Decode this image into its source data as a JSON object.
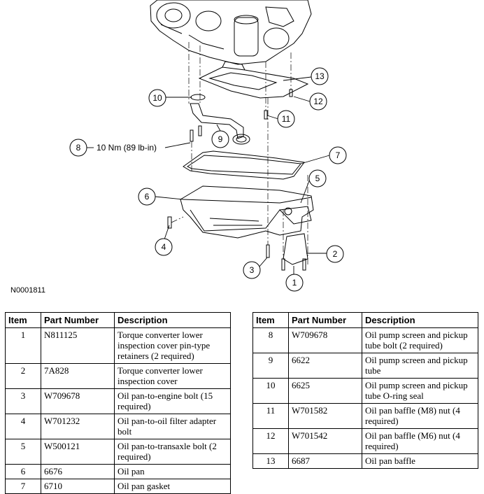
{
  "diagram": {
    "figure_id": "N0001811",
    "torque_note": "10 Nm (89 lb-in)",
    "callouts": [
      "1",
      "2",
      "3",
      "4",
      "5",
      "6",
      "7",
      "8",
      "9",
      "10",
      "11",
      "12",
      "13"
    ]
  },
  "table_headers": {
    "item": "Item",
    "part_number": "Part Number",
    "description": "Description"
  },
  "left_rows": [
    {
      "item": "1",
      "part_number": "N811125",
      "description": "Torque converter lower inspection cover pin-type retainers (2 required)"
    },
    {
      "item": "2",
      "part_number": "7A828",
      "description": "Torque converter lower inspection cover"
    },
    {
      "item": "3",
      "part_number": "W709678",
      "description": "Oil pan-to-engine bolt (15 required)"
    },
    {
      "item": "4",
      "part_number": "W701232",
      "description": "Oil pan-to-oil filter adapter bolt"
    },
    {
      "item": "5",
      "part_number": "W500121",
      "description": "Oil pan-to-transaxle bolt (2 required)"
    },
    {
      "item": "6",
      "part_number": "6676",
      "description": "Oil pan"
    },
    {
      "item": "7",
      "part_number": "6710",
      "description": "Oil pan gasket"
    }
  ],
  "right_rows": [
    {
      "item": "8",
      "part_number": "W709678",
      "description": "Oil pump screen and pickup tube bolt (2 required)"
    },
    {
      "item": "9",
      "part_number": "6622",
      "description": "Oil pump screen and pickup tube"
    },
    {
      "item": "10",
      "part_number": "6625",
      "description": "Oil pump screen and pickup tube O-ring seal"
    },
    {
      "item": "11",
      "part_number": "W701582",
      "description": "Oil pan baffle (M8) nut (4 required)"
    },
    {
      "item": "12",
      "part_number": "W701542",
      "description": "Oil pan baffle (M6) nut (4 required)"
    },
    {
      "item": "13",
      "part_number": "6687",
      "description": "Oil pan baffle"
    }
  ]
}
